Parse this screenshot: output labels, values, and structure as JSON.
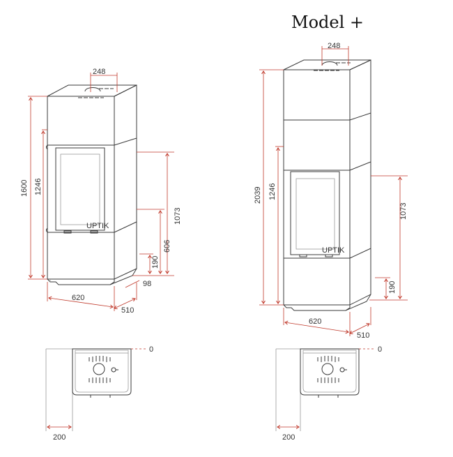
{
  "title_model_plus": "Model +",
  "colors": {
    "dimension": "#c0392b",
    "outline": "#3a3a3a"
  },
  "standard": {
    "dim_top": "248",
    "dim_total_height": "1600",
    "dim_door_height": "1246",
    "dim_connection_height": "1073",
    "dim_rear_outlet": "606",
    "dim_base": "190",
    "dim_depth_offset": "98",
    "dim_width": "620",
    "dim_depth": "510",
    "door_badge": "UPTIK"
  },
  "plus": {
    "dim_top": "248",
    "dim_total_height": "2039",
    "dim_door_height": "1246",
    "dim_connection_height": "1073",
    "dim_base": "190",
    "dim_width": "620",
    "dim_depth": "510",
    "door_badge": "UPTIK"
  },
  "plan_left": {
    "dim_zero": "0",
    "dim_wall": "200"
  },
  "plan_right": {
    "dim_zero": "0",
    "dim_wall": "200"
  }
}
